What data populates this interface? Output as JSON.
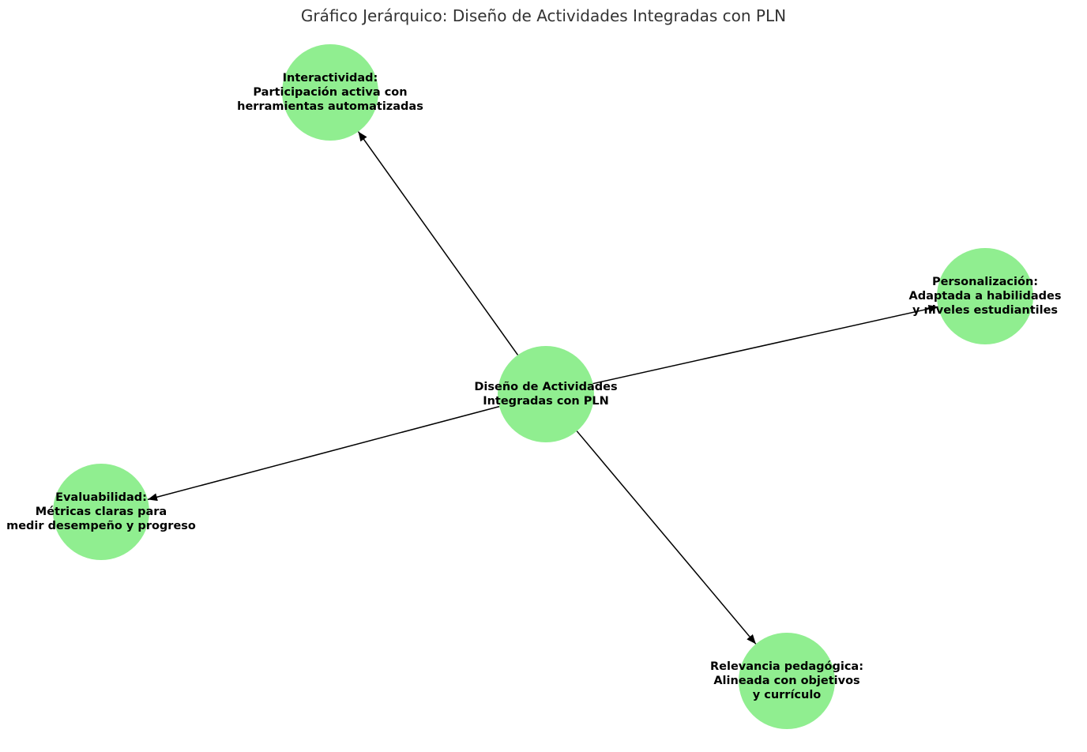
{
  "title": "Gráfico Jerárquico: Diseño de Actividades Integradas con PLN",
  "colors": {
    "node_fill": "#90EE90",
    "edge": "#000000",
    "text": "#000000"
  },
  "nodes": [
    {
      "id": "center",
      "lines": [
        "Diseño de Actividades",
        "Integradas con PLN"
      ]
    },
    {
      "id": "interactividad",
      "lines": [
        "Interactividad:",
        "Participación activa con",
        "herramientas automatizadas"
      ]
    },
    {
      "id": "personalizacion",
      "lines": [
        "Personalización:",
        "Adaptada a habilidades",
        "y niveles estudiantiles"
      ]
    },
    {
      "id": "evaluabilidad",
      "lines": [
        "Evaluabilidad:",
        "Métricas claras para",
        "medir desempeño y progreso"
      ]
    },
    {
      "id": "relevancia",
      "lines": [
        "Relevancia pedagógica:",
        "Alineada con objetivos",
        "y currículo"
      ]
    }
  ],
  "edges": [
    {
      "from": "center",
      "to": "interactividad"
    },
    {
      "from": "center",
      "to": "personalizacion"
    },
    {
      "from": "center",
      "to": "evaluabilidad"
    },
    {
      "from": "center",
      "to": "relevancia"
    }
  ]
}
